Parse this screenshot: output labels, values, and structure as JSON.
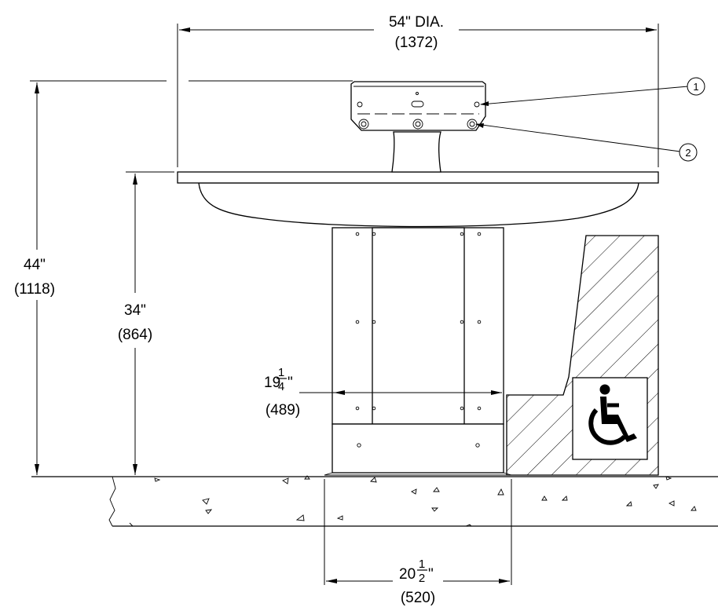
{
  "dimensions": {
    "diameter": {
      "value": "54\" DIA.",
      "metric": "(1372)"
    },
    "overall_height": {
      "value": "44\"",
      "metric": "(1118)"
    },
    "rim_height": {
      "value": "34\"",
      "metric": "(864)"
    },
    "pedestal_width": {
      "whole": "19",
      "num": "1",
      "den": "4",
      "inch": "\"",
      "metric": "(489)"
    },
    "base_width": {
      "whole": "20",
      "num": "1",
      "den": "2",
      "inch": "\"",
      "metric": "(520)"
    }
  },
  "callouts": [
    {
      "label": "1"
    },
    {
      "label": "2"
    }
  ],
  "symbols": {
    "accessibility": "wheelchair-icon"
  }
}
